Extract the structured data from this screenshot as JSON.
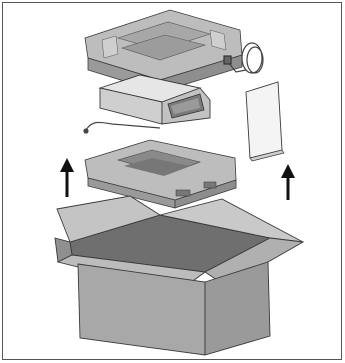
{
  "diagram": {
    "type": "exploded-packaging-illustration",
    "components": [
      {
        "id": "top-foam-insert",
        "icon": "foam-tray-icon"
      },
      {
        "id": "power-cable",
        "icon": "coiled-cable-icon"
      },
      {
        "id": "scale-unit",
        "icon": "weighing-scale-icon"
      },
      {
        "id": "sensor-probe",
        "icon": "probe-cable-icon"
      },
      {
        "id": "manual-booklet",
        "icon": "document-icon"
      },
      {
        "id": "bottom-foam-insert",
        "icon": "foam-tray-icon"
      },
      {
        "id": "cardboard-box",
        "icon": "open-box-icon"
      }
    ],
    "arrows": [
      {
        "id": "left-arrow",
        "direction": "up"
      },
      {
        "id": "right-arrow",
        "direction": "up"
      }
    ],
    "colors": {
      "foam": "#b9b9b9",
      "foam_shadow": "#8e8e8e",
      "box_front": "#a8a8a8",
      "box_side": "#9a9a9a",
      "box_inner": "#6f6f6f",
      "outline": "#3a3a3a",
      "arrow": "#111111"
    }
  }
}
